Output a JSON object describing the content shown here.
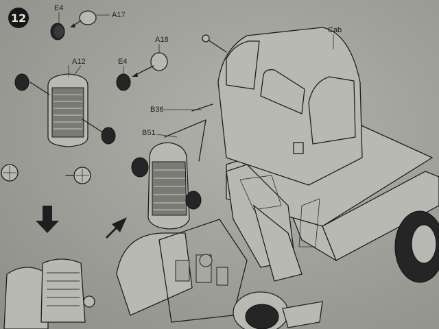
{
  "step": {
    "number": "12"
  },
  "labels": {
    "e4_top": "E4",
    "a17": "A17",
    "a18": "A18",
    "a12": "A12",
    "e4_mid": "E4",
    "b36": "B36",
    "b51": "B51",
    "cab": "Cab"
  }
}
